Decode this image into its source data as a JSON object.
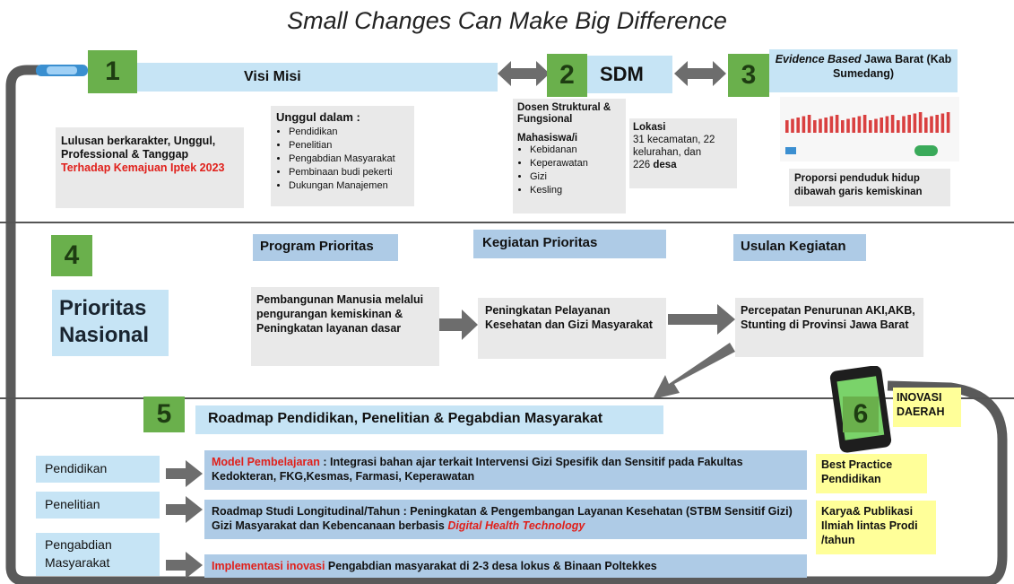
{
  "title": "Small Changes Can Make Big Difference",
  "s1": {
    "num": "1",
    "bar": "Visi Misi",
    "goal_line1": "Lulusan berkarakter, Unggul,",
    "goal_line2": "Professional & Tanggap",
    "goal_red": "Terhadap Kemajuan Iptek 2023",
    "unggul_title": "Unggul dalam :",
    "unggul_items": [
      "Pendidikan",
      "Penelitian",
      "Pengabdian Masyarakat",
      "Pembinaan budi pekerti",
      "Dukungan Manajemen"
    ]
  },
  "s2": {
    "num": "2",
    "label": "SDM",
    "dosen_title": "Dosen Struktural & Fungsional",
    "mhs_title": "Mahasiswa/i",
    "mhs_items": [
      "Kebidanan",
      "Keperawatan",
      "Gizi",
      "Kesling"
    ],
    "lokasi_title": "Lokasi",
    "lokasi_text": "31 kecamatan, 22 kelurahan, dan",
    "lokasi_desa_num": "226",
    "lokasi_desa": "desa"
  },
  "s3": {
    "num": "3",
    "title_italic": "Evidence Based",
    "title_rest": " Jawa Barat (Kab Sumedang)",
    "caption": "Proporsi penduduk hidup dibawah garis kemiskinan"
  },
  "s4": {
    "num": "4",
    "side": "Prioritas Nasional",
    "h_program": "Program Prioritas",
    "h_kegiatan": "Kegiatan Prioritas",
    "h_usulan": "Usulan Kegiatan",
    "program": "Pembangunan Manusia melalui pengurangan kemiskinan & Peningkatan layanan dasar",
    "kegiatan": "Peningkatan Pelayanan Kesehatan dan Gizi Masyarakat",
    "usulan": "Percepatan Penurunan AKI,AKB, Stunting di Provinsi Jawa Barat"
  },
  "s5": {
    "num": "5",
    "bar": "Roadmap Pendidikan, Penelitian & Pegabdian Masyarakat",
    "rows": [
      {
        "label": "Pendidikan",
        "red": "Model Pembelajaran",
        "text": " : Integrasi bahan ajar terkait Intervensi Gizi Spesifik dan Sensitif pada Fakultas Kedokteran, FKG,Kesmas, Farmasi, Keperawatan",
        "tail": ""
      },
      {
        "label": "Penelitian",
        "red": "",
        "text": "Roadmap Studi Longitudinal/Tahun : Peningkatan & Pengembangan Layanan Kesehatan (STBM Sensitif Gizi) Gizi Masyarakat dan Kebencanaan berbasis ",
        "tail": "Digital Health Technology"
      },
      {
        "label": "Pengabdian Masyarakat",
        "red": "Implementasi inovasi",
        "text": " Pengabdian masyarakat di 2-3 desa lokus & Binaan Poltekkes",
        "tail": ""
      }
    ]
  },
  "s6": {
    "num": "6",
    "inovasi": "INOVASI DAERAH",
    "best": "Best Practice Pendidikan",
    "karya": "Karya& Publikasi Ilmiah lintas Prodi /tahun"
  },
  "colors": {
    "green": "#6ab04c",
    "light_blue": "#c6e4f5",
    "mid_blue": "#aecbe6",
    "grey": "#e9e9e9",
    "yellow": "#ffff99",
    "red": "#e0201b"
  }
}
